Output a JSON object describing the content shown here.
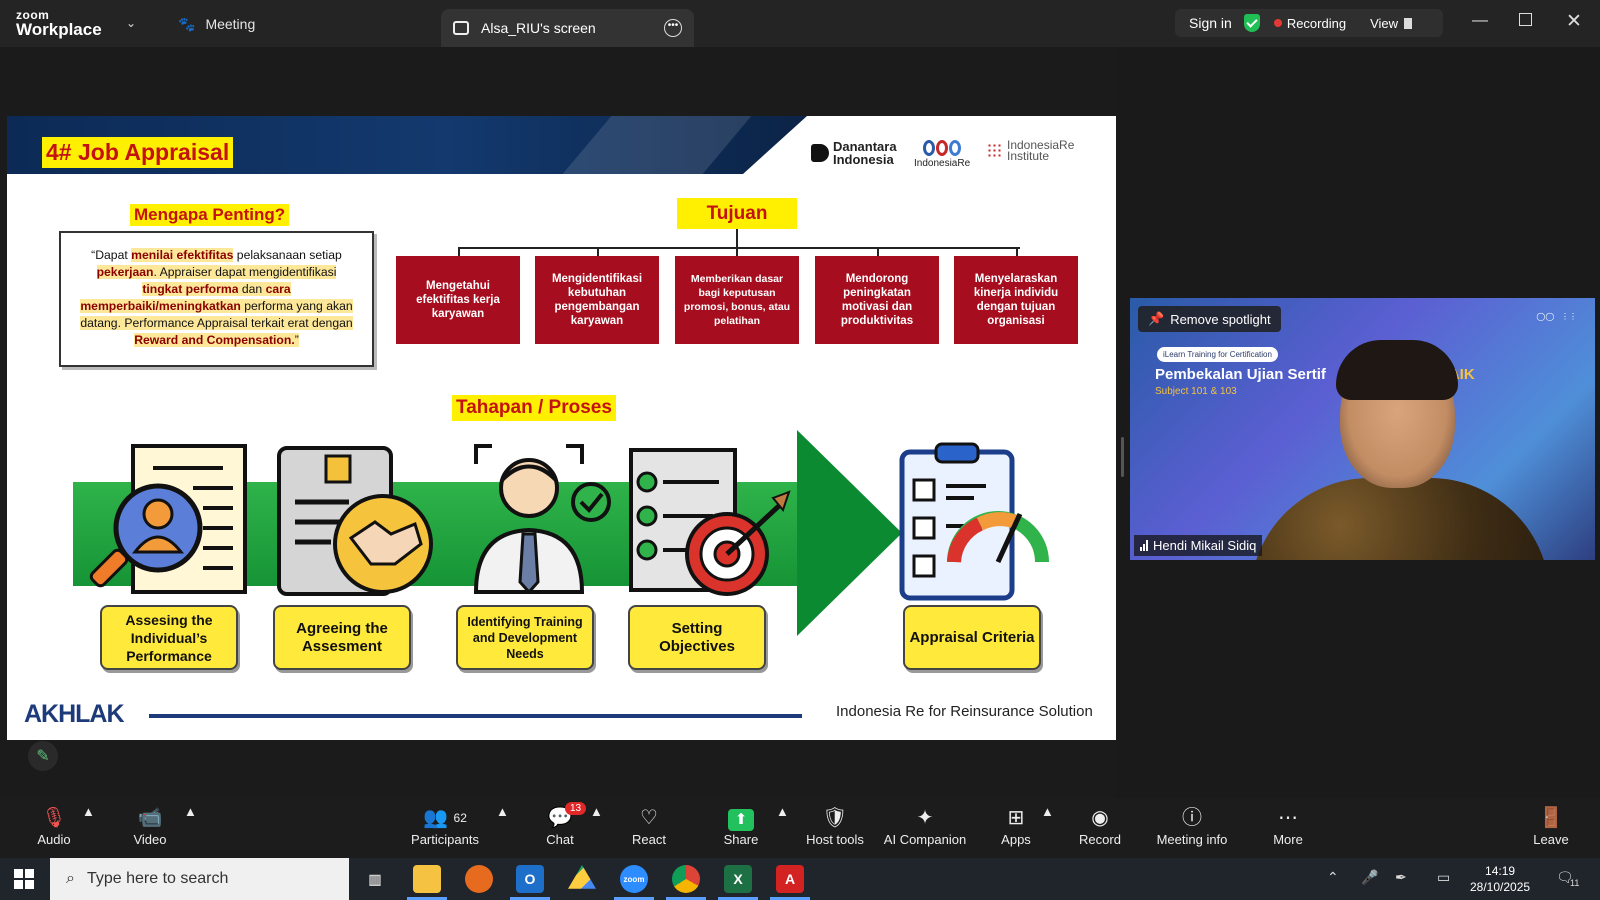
{
  "app": {
    "logo_top": "zoom",
    "logo_bottom": "Workplace",
    "chevron": "⌄"
  },
  "tabs": [
    {
      "label": "Meeting",
      "icon": "paw-icon"
    },
    {
      "label": "Alsa_RIU's screen",
      "icon": "screen-share-icon"
    }
  ],
  "topbar": {
    "sign_in": "Sign in",
    "recording": "Recording",
    "view": "View"
  },
  "slide": {
    "title": "4# Job Appraisal",
    "brands": [
      "Danantara Indonesia",
      "IndonesiaRe",
      "IndonesiaRe Institute"
    ],
    "why": {
      "label": "Mengapa Penting?",
      "text_parts": [
        "“Dapat ",
        "menilai efektifitas",
        " pelaksanaan setiap ",
        "pekerjaan",
        ". Appraiser dapat mengidentifikasi ",
        "tingkat performa",
        " dan ",
        "cara memperbaiki/meningkatkan",
        " performa yang akan datang. Performance Appraisal terkait erat dengan ",
        "Reward and Compensation.",
        "”"
      ]
    },
    "goals": {
      "label": "Tujuan",
      "items": [
        "Mengetahui efektifitas kerja karyawan",
        "Mengidentifikasi kebutuhan pengembangan karyawan",
        "Memberikan dasar bagi keputusan promosi, bonus, atau pelatihan",
        "Mendorong peningkatan motivasi dan produktivitas",
        "Menyelaraskan kinerja individu dengan tujuan organisasi"
      ]
    },
    "process": {
      "label": "Tahapan / Proses",
      "steps": [
        "Assesing the Individual’s Performance",
        "Agreeing the Assesment",
        "Identifying Training and Development Needs",
        "Setting Objectives",
        "Appraisal Criteria"
      ]
    },
    "footer_logo": "AKHLAK",
    "footer_text": "Indonesia Re for Reinsurance Solution"
  },
  "video": {
    "remove_spotlight": "Remove spotlight",
    "badge_text": "iLearn Training for Certification",
    "title_left": "Pembekalan Ujian Sertif",
    "title_right": "AAIK",
    "subtitle": "Subject 101 & 103",
    "participant_name": "Hendi Mikail Sidiq"
  },
  "toolbar": {
    "audio": "Audio",
    "video": "Video",
    "participants": "Participants",
    "participants_count": "62",
    "chat": "Chat",
    "chat_badge": "13",
    "react": "React",
    "share": "Share",
    "host_tools": "Host tools",
    "ai_companion": "AI Companion",
    "apps": "Apps",
    "record": "Record",
    "meeting_info": "Meeting info",
    "more": "More",
    "leave": "Leave"
  },
  "taskbar": {
    "search_placeholder": "Type here to search",
    "time": "14:19",
    "date": "28/10/2025",
    "notifications": "11"
  },
  "colors": {
    "slide_red": "#a60d1e",
    "highlight_yellow": "#ffef00",
    "recording_red": "#e53935",
    "shield_green": "#1fbf55",
    "share_green": "#22c15e"
  }
}
